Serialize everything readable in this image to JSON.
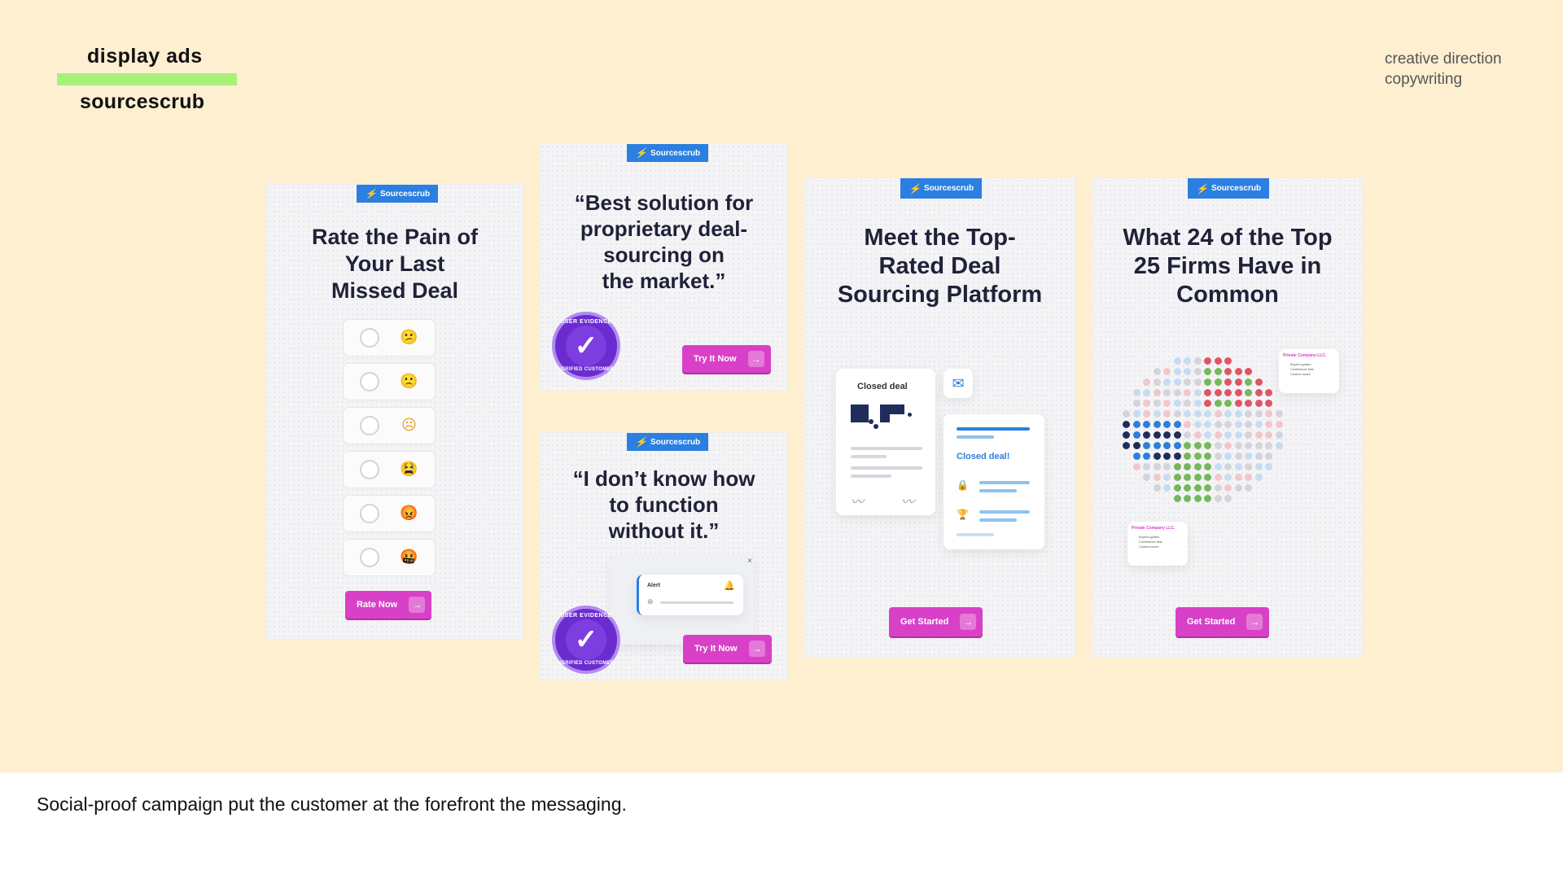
{
  "header": {
    "title": "display ads",
    "client": "sourcescrub",
    "accent_color": "#a9f07a"
  },
  "roles": [
    "creative direction",
    "copywriting"
  ],
  "caption": "Social-proof campaign put the customer at the forefront the messaging.",
  "brand": {
    "logo_text": "Sourcescrub",
    "logo_color": "#2b7fe0",
    "cta_color": "#d940c8"
  },
  "ads": {
    "rate": {
      "headline": [
        "Rate the Pain of",
        "Your Last",
        "Missed Deal"
      ],
      "options": [
        {
          "icon": "slightly-frowning-emoji",
          "glyph": "😕"
        },
        {
          "icon": "frowning-emoji",
          "glyph": "🙁"
        },
        {
          "icon": "sad-emoji",
          "glyph": "☹"
        },
        {
          "icon": "tired-emoji",
          "glyph": "😫"
        },
        {
          "icon": "angry-emoji",
          "glyph": "😡"
        },
        {
          "icon": "cursing-emoji",
          "glyph": "🤬"
        }
      ],
      "cta": "Rate Now"
    },
    "quote1": {
      "headline": [
        "“Best solution for",
        "proprietary deal-",
        "sourcing on",
        "the market.”"
      ],
      "badge_top": "USER EVIDENCE",
      "badge_bottom": "VERIFIED CUSTOMER",
      "cta": "Try It Now"
    },
    "quote2": {
      "headline": [
        "“I don’t know how",
        "to function",
        "without it.”"
      ],
      "alert_label": "Alert",
      "close": "×",
      "badge_top": "USER EVIDENCE",
      "badge_bottom": "VERIFIED CUSTOMER",
      "cta": "Try It Now"
    },
    "platform": {
      "headline": [
        "Meet the Top-",
        "Rated Deal",
        "Sourcing Platform"
      ],
      "card_left_title": "Closed deal",
      "card_right_title": "Closed deal!",
      "cta": "Get Started"
    },
    "firms": {
      "headline": [
        "What 24 of the Top",
        "25 Firms Have in",
        "Common"
      ],
      "popup_title": "Private Company LLC.",
      "popup_rows": [
        "Buyers guides",
        "Conference lists",
        "Custom score"
      ],
      "cta": "Get Started"
    }
  }
}
